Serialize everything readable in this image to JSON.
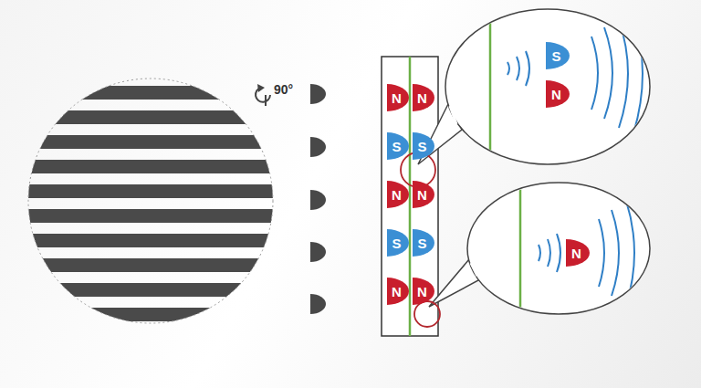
{
  "diagram": {
    "nodes": [
      {
        "text": [
          "N"
        ]
      },
      {
        "text": [
          "N"
        ]
      },
      {
        "text": [
          "S"
        ]
      },
      {
        "text": [
          "S"
        ]
      },
      {
        "text": [
          "N"
        ]
      },
      {
        "text": [
          "N"
        ]
      },
      {
        "text": [
          "S"
        ]
      },
      {
        "text": [
          "S"
        ]
      },
      {
        "text": [
          "N"
        ]
      },
      {
        "text": [
          "N"
        ]
      },
      {
        "text": [
          "S"
        ]
      },
      {
        "text": [
          "N"
        ]
      },
      {
        "text": [
          "N"
        ]
      }
    ],
    "labels": [
      "90°"
    ]
  }
}
